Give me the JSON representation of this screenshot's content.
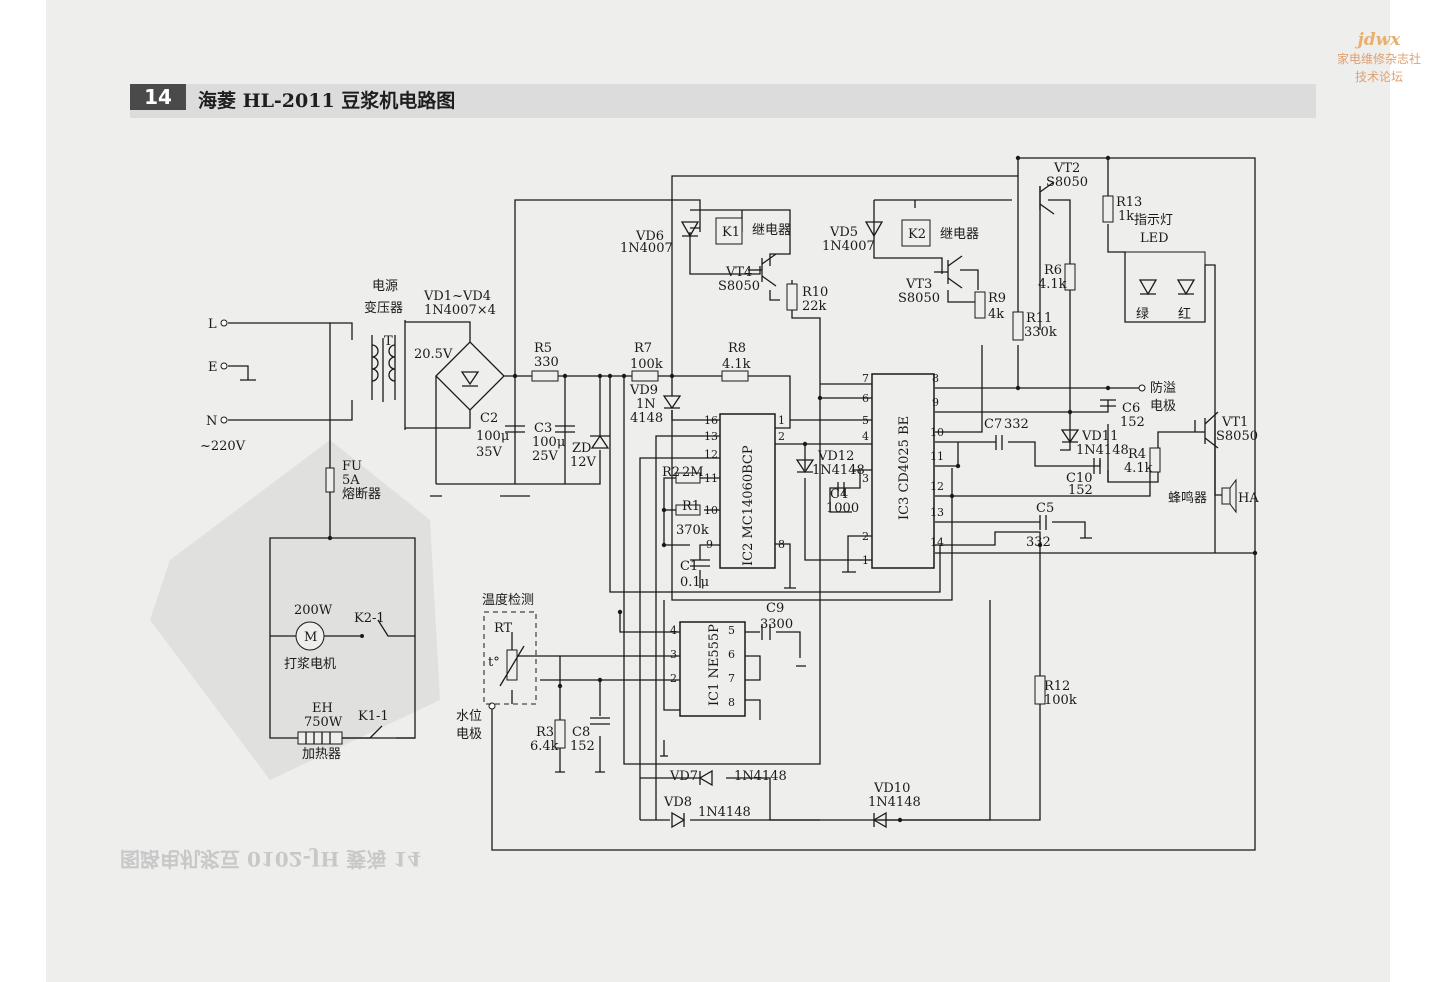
{
  "header": {
    "page_number": "14",
    "title": "海菱 HL-2011 豆浆机电路图"
  },
  "brand": {
    "logo": "jdwx",
    "line1": "家电维修杂志社",
    "line2": "技术论坛"
  },
  "ghost_text": "图路电机浆豆 0102-JH 菱海 14",
  "labels": {
    "L": "L",
    "E": "E",
    "N": "N",
    "mains": "~220V",
    "transformer_name": "电源",
    "transformer_name2": "变压器",
    "transformer_T": "T",
    "transformer_v": "20.5V",
    "bridge": "VD1~VD4",
    "bridge_part": "1N4007×4",
    "fu": "FU",
    "fu_v": "5A",
    "fu_name": "熔断器",
    "motor_w": "200W",
    "motor_sym": "M",
    "motor_name": "打浆电机",
    "k21": "K2-1",
    "eh": "EH",
    "eh_w": "750W",
    "eh_name": "加热器",
    "k11": "K1-1",
    "r5": "R5",
    "r5v": "330",
    "c2": "C2",
    "c2v": "100μ",
    "c2v2": "35V",
    "c3": "C3",
    "c3v": "100μ",
    "c3v2": "25V",
    "zd": "ZD",
    "zdv": "12V",
    "vd6": "VD6",
    "vd6p": "1N4007",
    "k1": "K1",
    "relay1": "继电器",
    "vt4": "VT4",
    "vt4p": "S8050",
    "r10": "R10",
    "r10v": "22k",
    "vd5": "VD5",
    "vd5p": "1N4007",
    "k2": "K2",
    "relay2": "继电器",
    "vt3": "VT3",
    "vt3p": "S8050",
    "r9": "R9",
    "r9v": "4k",
    "vt2": "VT2",
    "vt2p": "S8050",
    "r13": "R13",
    "r13v": "1k",
    "led_name": "指示灯",
    "led": "LED",
    "green": "绿",
    "red": "红",
    "r6": "R6",
    "r6v": "4.1k",
    "r11": "R11",
    "r11v": "330k",
    "r7": "R7",
    "r7v": "100k",
    "r8": "R8",
    "r8v": "4.1k",
    "vd9": "VD9",
    "vd9a": "1N",
    "vd9b": "4148",
    "ic2": "IC2 MC14060BCP",
    "ic3": "IC3 CD4025 BE",
    "ic1": "IC1 NE555P",
    "vd12": "VD12",
    "vd12p": "1N4148",
    "r2": "R2",
    "r2v": "2M",
    "r1": "R1",
    "r1v": "370k",
    "c1": "C1",
    "c1v": "0.1μ",
    "c4": "C4",
    "c4v": "1000",
    "c7": "C7",
    "c7v": "332",
    "vd11": "VD11",
    "vd11p": "1N4148",
    "c10": "C10",
    "c10v": "152",
    "c6": "C6",
    "c6v": "152",
    "overflow": "防溢",
    "electrode": "电极",
    "vt1": "VT1",
    "vt1p": "S8050",
    "r4": "R4",
    "r4v": "4.1k",
    "buzzer": "蜂鸣器",
    "ha": "HA",
    "c5": "C5",
    "c5v": "332",
    "temp": "温度检测",
    "rt": "RT",
    "tdeg": "t°",
    "water": "水位",
    "water2": "电极",
    "c9": "C9",
    "c9v": "3300",
    "r3": "R3",
    "r3v": "6.4k",
    "c8": "C8",
    "c8v": "152",
    "r12": "R12",
    "r12v": "100k",
    "vd7": "VD7",
    "vd7p": "1N4148",
    "vd8": "VD8",
    "vd8p": "1N4148",
    "vd10": "VD10",
    "vd10p": "1N4148"
  },
  "pins": {
    "ic2_left": [
      "16",
      "13",
      "12",
      "11",
      "10",
      "9"
    ],
    "ic2_right": [
      "1",
      "2",
      "8"
    ],
    "ic3_left": [
      "7",
      "6",
      "5",
      "4",
      "3",
      "2",
      "1"
    ],
    "ic3_right": [
      "8",
      "9",
      "10",
      "11",
      "12",
      "13",
      "14"
    ],
    "ic1_left": [
      "4",
      "3",
      "2"
    ],
    "ic1_right": [
      "5",
      "6",
      "7",
      "8"
    ]
  }
}
